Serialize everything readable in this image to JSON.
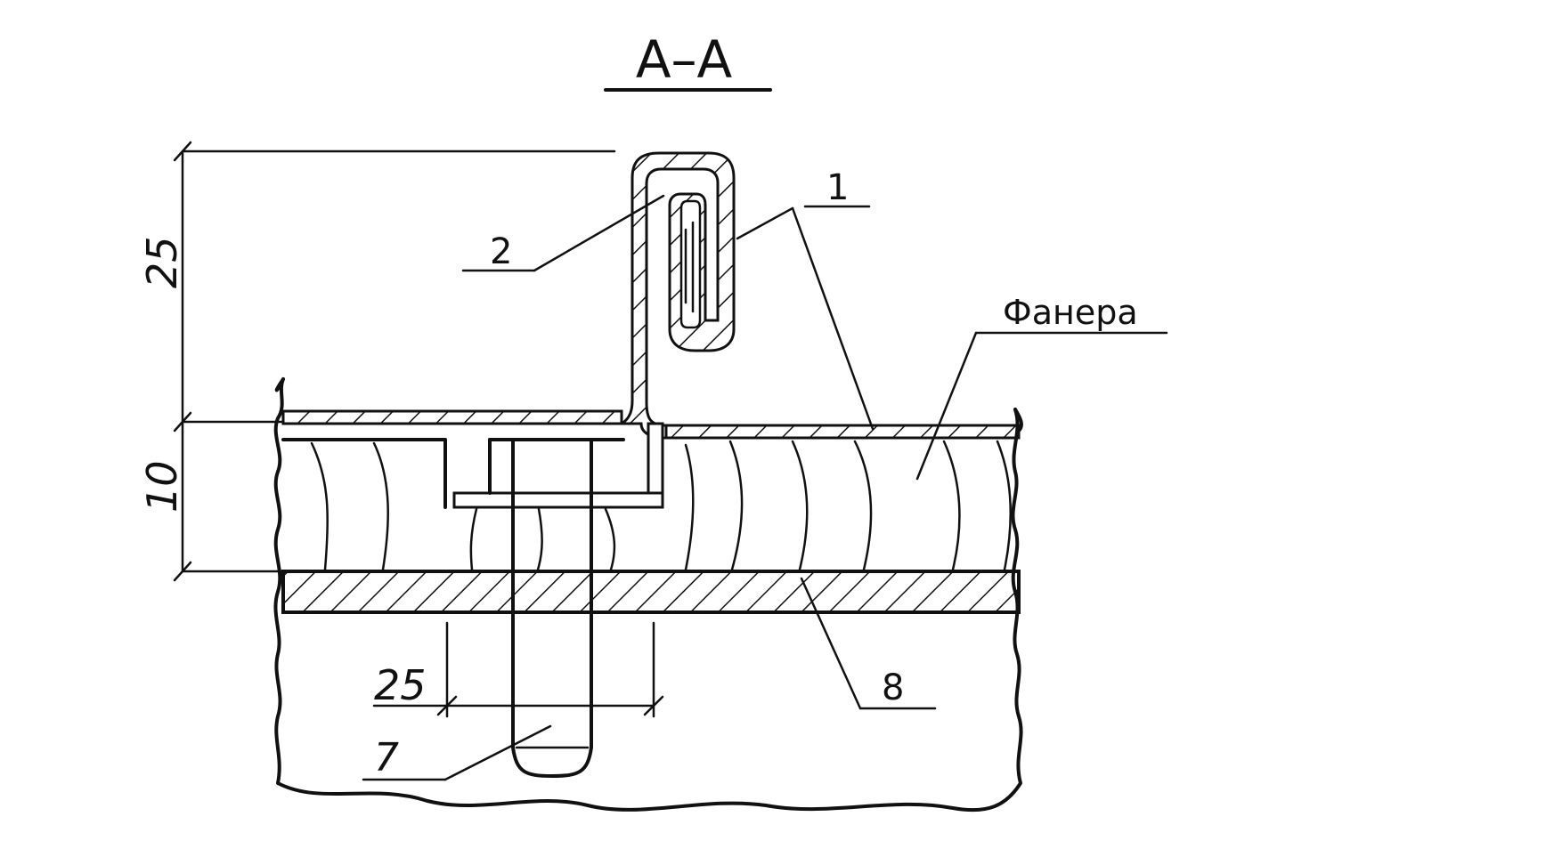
{
  "section_title": "А–А",
  "dimensions": {
    "top_height": "25",
    "middle_height": "10",
    "bottom_width": "25"
  },
  "callouts": {
    "part_1": "1",
    "part_2": "2",
    "plywood": "Фанера",
    "part_8": "8",
    "part_7": "7"
  }
}
